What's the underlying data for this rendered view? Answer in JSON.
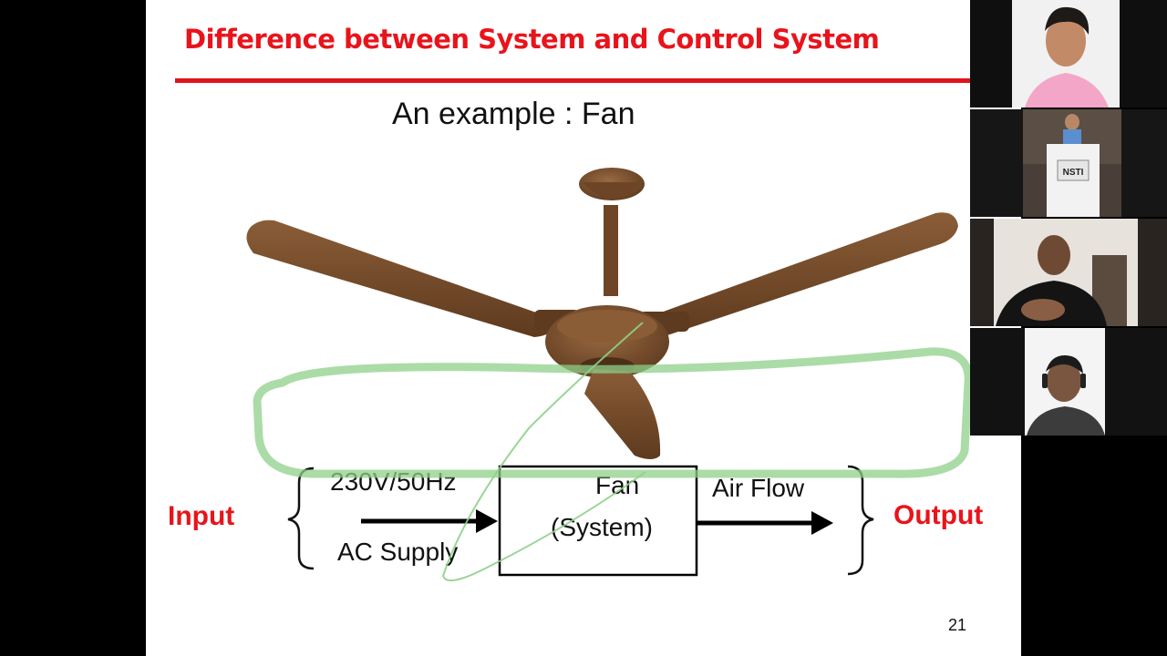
{
  "slide": {
    "title": "Difference between System and Control System",
    "subtitle": "An example : Fan",
    "page_number": "21",
    "diagram": {
      "input_label": "Input",
      "output_label": "Output",
      "input_spec_top": "230V/50Hz",
      "input_spec_bottom": "AC Supply",
      "system_line1": "Fan",
      "system_line2": "(System)",
      "output_spec": "Air Flow"
    }
  },
  "colors": {
    "title_red": "#e8141b",
    "fan_brown": "#7a4f2c",
    "annotation_green": "#8fd08a"
  },
  "participants": [
    {
      "id": "participant-1"
    },
    {
      "id": "participant-2",
      "logo_text": "NSTI"
    },
    {
      "id": "participant-3"
    },
    {
      "id": "participant-4"
    }
  ]
}
